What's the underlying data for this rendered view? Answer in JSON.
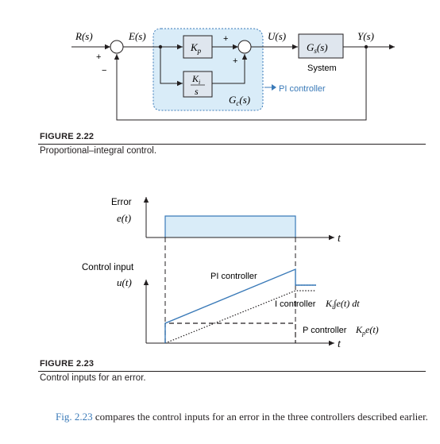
{
  "figure_2_22": {
    "diagram": {
      "r_label": "R(s)",
      "e_label": "E(s)",
      "u_label": "U(s)",
      "y_label": "Y(s)",
      "kp_label": "K",
      "kp_sub": "p",
      "ki_num": "K",
      "ki_sub": "i",
      "ki_den": "s",
      "gs_label": "G",
      "gs_sub": "s",
      "gs_arg": "(s)",
      "system_label": "System",
      "gc_label": "G",
      "gc_sub": "c",
      "gc_arg": "(s)",
      "pi_label": "PI controller",
      "sum1_plus": "+",
      "sum1_minus": "−",
      "sum2_plus_top": "+",
      "sum2_plus_bottom": "+"
    },
    "label": "FIGURE 2.22",
    "caption": "Proportional–integral control."
  },
  "figure_2_23": {
    "diagram": {
      "error_title": "Error",
      "error_var": "e(t)",
      "t1": "t",
      "control_title": "Control input",
      "control_var": "u(t)",
      "pi_label": "PI controller",
      "i_label": "I controller",
      "i_formula_k": "K",
      "i_formula_sub": "i",
      "i_formula_rest": "∫e(t) dt",
      "p_label": "P controller",
      "p_formula_k": "K",
      "p_formula_sub": "p",
      "p_formula_rest": "e(t)",
      "t2": "t"
    },
    "label": "FIGURE 2.23",
    "caption": "Control inputs for an error."
  },
  "body": {
    "ref": "Fig. 2.23",
    "text": " compares the control inputs for an error in the three controllers described earlier."
  },
  "colors": {
    "accent_blue": "#3a7ab8",
    "fill_blue": "#d9ecf8",
    "block_fill": "#dfe6ee",
    "ink": "#231f20"
  }
}
